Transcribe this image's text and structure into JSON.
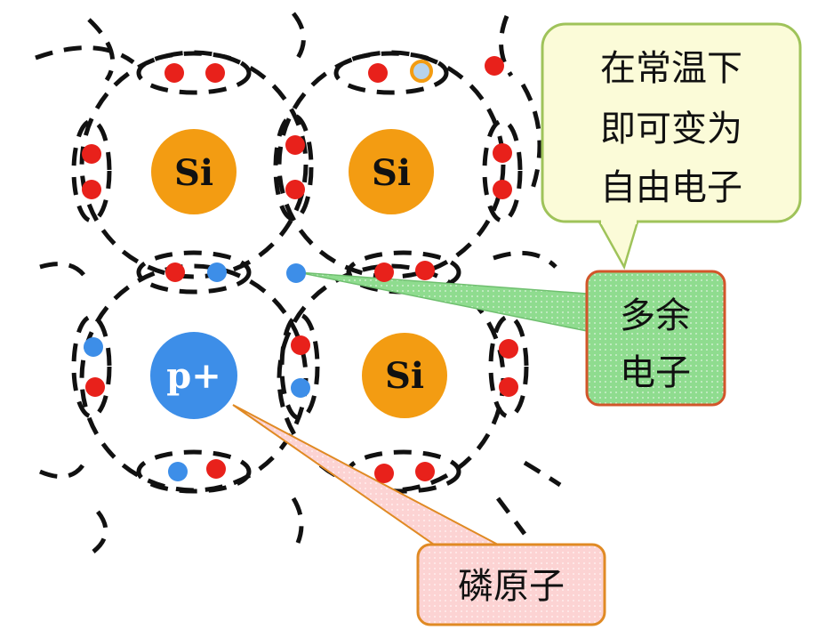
{
  "atoms": [
    {
      "label": "Si",
      "kind": "silicon"
    },
    {
      "label": "Si",
      "kind": "silicon"
    },
    {
      "label": "p+",
      "kind": "phosphorus"
    },
    {
      "label": "Si",
      "kind": "silicon"
    }
  ],
  "callouts": {
    "thermal": {
      "lines": [
        "在常温下",
        "即可变为",
        "自由电子"
      ]
    },
    "excess": {
      "lines": [
        "多余",
        "电子"
      ]
    },
    "phosphorus": {
      "lines": [
        "磷原子"
      ]
    }
  },
  "colors": {
    "silicon": "#f39c12",
    "phosphorus": "#3d8ee8",
    "electron": "#e8211b",
    "donor_electron": "#3d8ee8",
    "thermal_bg": "#fbfbd8",
    "thermal_border": "#9fc35a",
    "excess_bg": "#8fdc8f",
    "excess_border": "#d2552a",
    "phosphorus_bg": "#fcd3d3",
    "phosphorus_border": "#e08a24"
  }
}
